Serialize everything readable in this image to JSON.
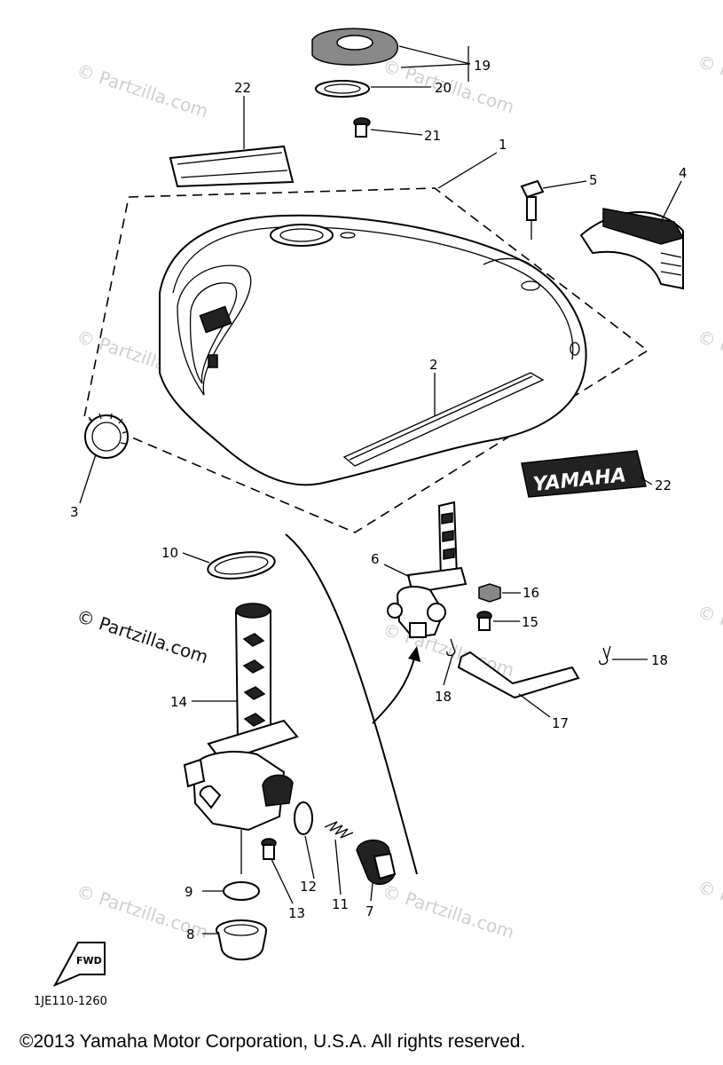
{
  "watermark": {
    "text": "© Partzilla.com",
    "strong_text": "© Partzilla.com"
  },
  "callouts": {
    "c1": "1",
    "c2": "2",
    "c3": "3",
    "c4": "4",
    "c5": "5",
    "c6": "6",
    "c7": "7",
    "c8": "8",
    "c9": "9",
    "c10": "10",
    "c11": "11",
    "c12": "12",
    "c13": "13",
    "c14": "14",
    "c15": "15",
    "c16": "16",
    "c17": "17",
    "c18a": "18",
    "c18b": "18",
    "c19": "19",
    "c20": "20",
    "c21": "21",
    "c22a": "22",
    "c22b": "22"
  },
  "emblem_text": "YAMAHA",
  "fwd_label": "FWD",
  "diagram_code": "1JE110-1260",
  "copyright": "©2013 Yamaha Motor Corporation, U.S.A. All rights reserved."
}
